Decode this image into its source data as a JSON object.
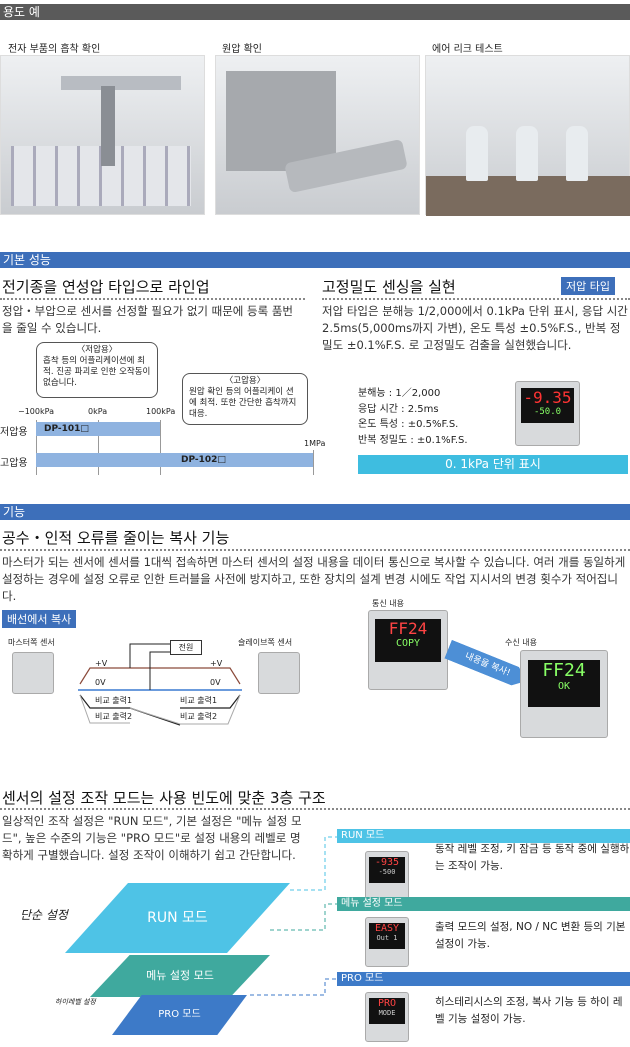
{
  "usage": {
    "header": "용도 예",
    "items": [
      {
        "caption": "전자 부품의 흡착 확인"
      },
      {
        "caption": "원압 확인"
      },
      {
        "caption": "에어 리크 테스트"
      }
    ]
  },
  "basic": {
    "header": "기본 성능",
    "left": {
      "title": "전기종을 연성압 타입으로 라인업",
      "text": "정압・부압으로 센서를 선정할 필요가 없기 때문에 등록 품번을 줄일 수 있습니다.",
      "callout_low": {
        "title": "〈저압용〉",
        "text": "흡착 등의 어플리케이션에 최적. 진공 파괴로 인한 오작동이 없습니다."
      },
      "callout_high": {
        "title": "〈고압용〉",
        "text": "원압 확인 등의 어플리케이 션에 최적. 또한 간단한 흡착까지 대응."
      },
      "ticks": [
        "−100kPa",
        "0kPa",
        "100kPa",
        "1MPa"
      ],
      "rows": [
        {
          "label": "저압용",
          "model": "DP-101□"
        },
        {
          "label": "고압용",
          "model": "DP-102□"
        }
      ]
    },
    "right": {
      "title": "고정밀도 센싱을 실현",
      "badge": "저압 타입",
      "text": "저압 타입은 분해능 1/2,000에서 0.1kPa 단위 표시, 응답 시간 2.5ms(5,000ms까지 가변), 온도 특성 ±0.5%F.S., 반복 정밀도 ±0.1%F.S. 로 고정밀도 검출을 실현했습니다.",
      "specs": [
        "분해능 : 1／2,000",
        "응답 시간 : 2.5ms",
        "온도 특성 : ±0.5%F.S.",
        "반복 정밀도 : ±0.1%F.S."
      ],
      "display": {
        "main": "-9.35",
        "sub": "-50.0"
      },
      "unit_banner": "0. 1kPa  단위 표시"
    }
  },
  "function": {
    "header": "기능",
    "copy": {
      "title": "공수・인적 오류를 줄이는 복사 기능",
      "text": "마스터가 되는 센서에 센서를 1대씩 접속하면 마스터 센서의 설정 내용을 데이터 통신으로 복사할 수 있습니다. 여러 개를 동일하게 설정하는 경우에 설정 오류로 인한 트러블을 사전에 방지하고, 또한 장치의 설계 변경 시에도 작업 지시서의 변경 횟수가 적어집니다.",
      "badge": "배선에서 복사",
      "wiring": {
        "master": "마스터쪽 센서",
        "slave": "슬레이브쪽 센서",
        "power": "전원",
        "plus_v": "+V",
        "zero_v": "0V",
        "out1": "비교 출력1",
        "out2": "비교 출력2"
      },
      "send_label": "통신 내용",
      "recv_label": "수신 내용",
      "arrow_label": "내용을 복사!",
      "send_display": {
        "main": "FF24",
        "sub": "COPY"
      },
      "recv_display": {
        "main": "FF24",
        "sub": "OK"
      }
    },
    "modes": {
      "title": "센서의 설정 조작 모드는 사용 빈도에 맞춘 3층 구조",
      "text": "일상적인 조작 설정은 \"RUN 모드\", 기본 설정은 \"메뉴 설정 모드\", 높은 수준의 기능은 \"PRO 모드\"로 설정 내용의 레벨로 명확하게 구별했습니다. 설정 조작이 이해하기 쉽고 간단합니다.",
      "simple_label": "단순 설정",
      "high_label": "하이레벨 설정",
      "items": [
        {
          "name": "RUN 모드",
          "color": "#4ec3e6",
          "desc": "동작 레벨 조정, 키 잠금 등 동작 중에 실행하는 조작이 가능.",
          "main": "-935",
          "sub": "-500"
        },
        {
          "name": "메뉴 설정 모드",
          "color": "#3fa99e",
          "desc": "출력 모드의 설정, NO / NC 변환 등의 기본 설정이 가능.",
          "main": "EASY",
          "sub": "Out 1"
        },
        {
          "name": "PRO 모드",
          "color": "#3d7ac8",
          "desc": "히스테리시스의 조정, 복사 기능 등 하이 레벨 기능 설정이 가능.",
          "main": "PRO",
          "sub": "MODE"
        }
      ]
    }
  }
}
